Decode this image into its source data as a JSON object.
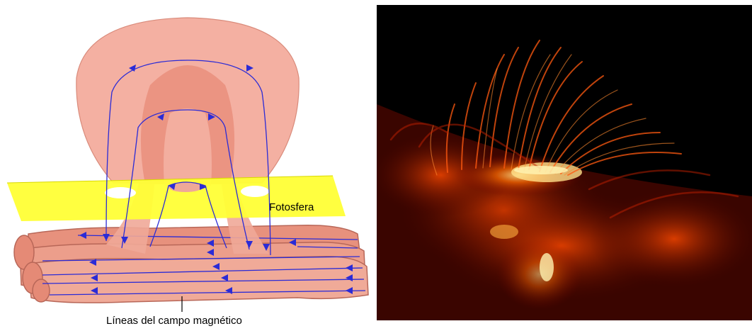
{
  "diagram": {
    "photosphere_label": "Fotosfera",
    "field_lines_label": "Líneas del campo magnético",
    "colors": {
      "plasma_outer": "#f4b0a2",
      "plasma_inner": "#e98f7d",
      "photosphere": "#ffff36",
      "field_line": "#2b2bd6",
      "tube_fill": "#ec9e8b",
      "tube_stroke": "#b86758"
    }
  },
  "photo": {
    "subject": "solar-coronal-loops",
    "colors": {
      "background": "#000000",
      "glow": "#ff3a00",
      "hot": "#ffe08a"
    }
  }
}
